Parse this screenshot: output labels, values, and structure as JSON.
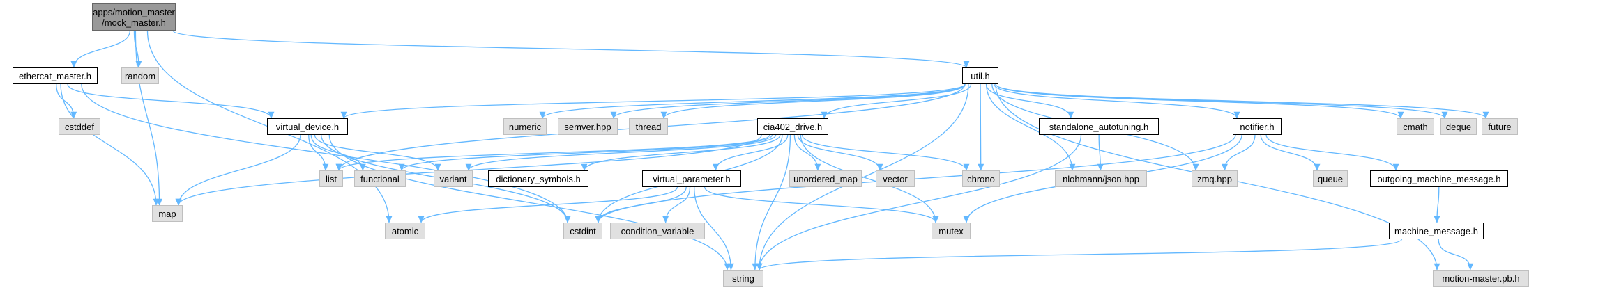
{
  "graph": {
    "nodes": [
      {
        "id": "mock",
        "label": "apps/motion_master\n/mock_master.h",
        "kind": "focus"
      },
      {
        "id": "ethercat",
        "label": "ethercat_master.h",
        "kind": "local"
      },
      {
        "id": "random",
        "label": "random",
        "kind": "system"
      },
      {
        "id": "util",
        "label": "util.h",
        "kind": "local"
      },
      {
        "id": "cstddef",
        "label": "cstddef",
        "kind": "system"
      },
      {
        "id": "map",
        "label": "map",
        "kind": "system"
      },
      {
        "id": "vdevice",
        "label": "virtual_device.h",
        "kind": "local"
      },
      {
        "id": "list",
        "label": "list",
        "kind": "system"
      },
      {
        "id": "functional",
        "label": "functional",
        "kind": "system"
      },
      {
        "id": "variant",
        "label": "variant",
        "kind": "system"
      },
      {
        "id": "numeric",
        "label": "numeric",
        "kind": "system"
      },
      {
        "id": "semver",
        "label": "semver.hpp",
        "kind": "system"
      },
      {
        "id": "thread",
        "label": "thread",
        "kind": "system"
      },
      {
        "id": "cia402",
        "label": "cia402_drive.h",
        "kind": "local"
      },
      {
        "id": "dict",
        "label": "dictionary_symbols.h",
        "kind": "local"
      },
      {
        "id": "vparam",
        "label": "virtual_parameter.h",
        "kind": "local"
      },
      {
        "id": "umap",
        "label": "unordered_map",
        "kind": "system"
      },
      {
        "id": "vector",
        "label": "vector",
        "kind": "system"
      },
      {
        "id": "chrono",
        "label": "chrono",
        "kind": "system"
      },
      {
        "id": "standalone",
        "label": "standalone_autotuning.h",
        "kind": "local"
      },
      {
        "id": "json",
        "label": "nlohmann/json.hpp",
        "kind": "system"
      },
      {
        "id": "notifier",
        "label": "notifier.h",
        "kind": "local"
      },
      {
        "id": "zmq",
        "label": "zmq.hpp",
        "kind": "system"
      },
      {
        "id": "queue",
        "label": "queue",
        "kind": "system"
      },
      {
        "id": "outgoing",
        "label": "outgoing_machine_message.h",
        "kind": "local"
      },
      {
        "id": "machine",
        "label": "machine_message.h",
        "kind": "local"
      },
      {
        "id": "mmpb",
        "label": "motion-master.pb.h",
        "kind": "system"
      },
      {
        "id": "cmath",
        "label": "cmath",
        "kind": "system"
      },
      {
        "id": "deque",
        "label": "deque",
        "kind": "system"
      },
      {
        "id": "future",
        "label": "future",
        "kind": "system"
      },
      {
        "id": "atomic",
        "label": "atomic",
        "kind": "system"
      },
      {
        "id": "cstdint",
        "label": "cstdint",
        "kind": "system"
      },
      {
        "id": "condvar",
        "label": "condition_variable",
        "kind": "system"
      },
      {
        "id": "mutex",
        "label": "mutex",
        "kind": "system"
      },
      {
        "id": "string",
        "label": "string",
        "kind": "system"
      }
    ],
    "edges": [
      {
        "from": "mock",
        "to": "ethercat"
      },
      {
        "from": "mock",
        "to": "random"
      },
      {
        "from": "mock",
        "to": "util"
      },
      {
        "from": "mock",
        "to": "map"
      },
      {
        "from": "mock",
        "to": "atomic"
      },
      {
        "from": "ethercat",
        "to": "cstddef"
      },
      {
        "from": "ethercat",
        "to": "map"
      },
      {
        "from": "ethercat",
        "to": "vdevice"
      },
      {
        "from": "ethercat",
        "to": "cstdint"
      },
      {
        "from": "util",
        "to": "vdevice"
      },
      {
        "from": "util",
        "to": "list"
      },
      {
        "from": "util",
        "to": "numeric"
      },
      {
        "from": "util",
        "to": "semver"
      },
      {
        "from": "util",
        "to": "thread"
      },
      {
        "from": "util",
        "to": "cia402"
      },
      {
        "from": "util",
        "to": "chrono"
      },
      {
        "from": "util",
        "to": "standalone"
      },
      {
        "from": "util",
        "to": "json"
      },
      {
        "from": "util",
        "to": "notifier"
      },
      {
        "from": "util",
        "to": "zmq"
      },
      {
        "from": "util",
        "to": "mmpb"
      },
      {
        "from": "util",
        "to": "cmath"
      },
      {
        "from": "util",
        "to": "deque"
      },
      {
        "from": "util",
        "to": "future"
      },
      {
        "from": "util",
        "to": "string"
      },
      {
        "from": "vdevice",
        "to": "map"
      },
      {
        "from": "vdevice",
        "to": "list"
      },
      {
        "from": "vdevice",
        "to": "functional"
      },
      {
        "from": "vdevice",
        "to": "variant"
      },
      {
        "from": "vdevice",
        "to": "cstdint"
      },
      {
        "from": "vdevice",
        "to": "string"
      },
      {
        "from": "cia402",
        "to": "map"
      },
      {
        "from": "cia402",
        "to": "list"
      },
      {
        "from": "cia402",
        "to": "functional"
      },
      {
        "from": "cia402",
        "to": "variant"
      },
      {
        "from": "cia402",
        "to": "dict"
      },
      {
        "from": "cia402",
        "to": "vparam"
      },
      {
        "from": "cia402",
        "to": "umap"
      },
      {
        "from": "cia402",
        "to": "vector"
      },
      {
        "from": "cia402",
        "to": "chrono"
      },
      {
        "from": "cia402",
        "to": "cstdint"
      },
      {
        "from": "cia402",
        "to": "mutex"
      },
      {
        "from": "cia402",
        "to": "string"
      },
      {
        "from": "vparam",
        "to": "atomic"
      },
      {
        "from": "vparam",
        "to": "cstdint"
      },
      {
        "from": "vparam",
        "to": "condvar"
      },
      {
        "from": "vparam",
        "to": "mutex"
      },
      {
        "from": "vparam",
        "to": "string"
      },
      {
        "from": "standalone",
        "to": "json"
      },
      {
        "from": "standalone",
        "to": "string"
      },
      {
        "from": "notifier",
        "to": "zmq"
      },
      {
        "from": "notifier",
        "to": "queue"
      },
      {
        "from": "notifier",
        "to": "outgoing"
      },
      {
        "from": "notifier",
        "to": "cstdint"
      },
      {
        "from": "notifier",
        "to": "mutex"
      },
      {
        "from": "outgoing",
        "to": "machine"
      },
      {
        "from": "machine",
        "to": "string"
      },
      {
        "from": "machine",
        "to": "mmpb"
      }
    ]
  }
}
